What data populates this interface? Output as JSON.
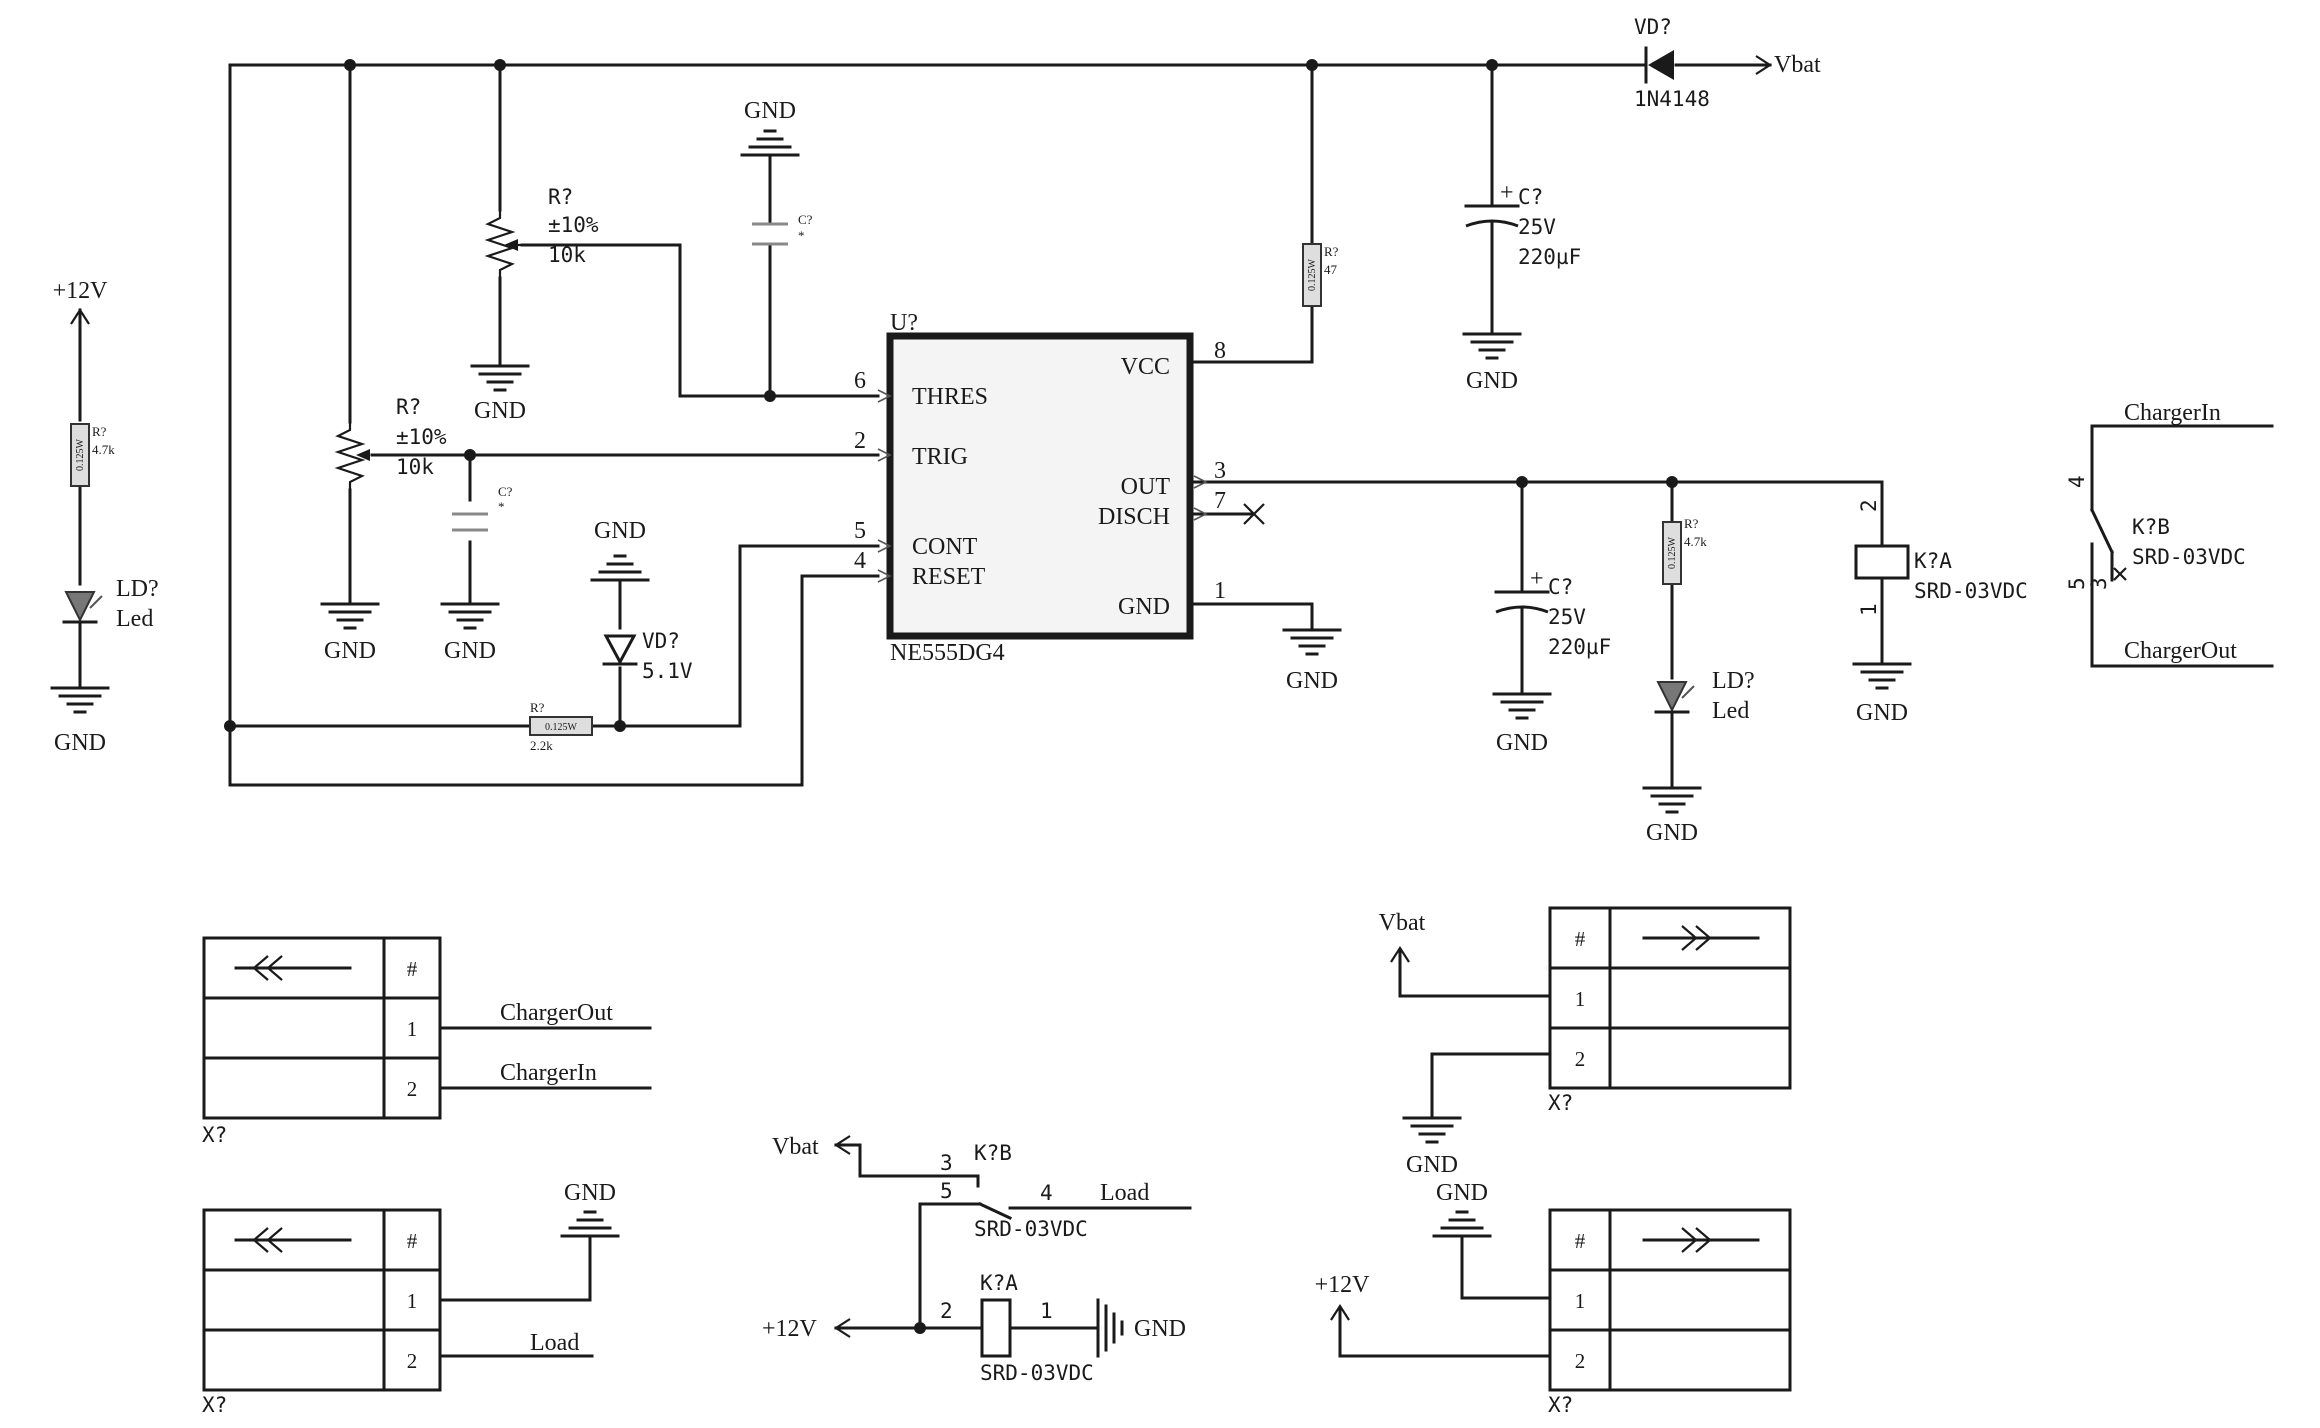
{
  "nets": {
    "vbat_top": "Vbat",
    "v12_left": "+12V",
    "charger_in_right": "ChargerIn",
    "charger_out_right": "ChargerOut",
    "vbat_x3": "Vbat",
    "vbat_k": "Vbat",
    "load_k": "Load",
    "v12_k": "+12V",
    "gnd_k": "GND",
    "v12_x4": "+12V",
    "charger_out_x1": "ChargerOut",
    "charger_in_x1": "ChargerIn",
    "load_x2": "Load"
  },
  "gnd_label": "GND",
  "components": {
    "diode_top": {
      "ref": "VD?",
      "value": "1N4148"
    },
    "cap_c220_top": {
      "ref": "C?",
      "voltage": "25V",
      "value": "220µF",
      "plus": "+"
    },
    "cap_c220_mid": {
      "ref": "C?",
      "voltage": "25V",
      "value": "220µF",
      "plus": "+"
    },
    "r47": {
      "ref": "R?",
      "value": "47",
      "power": "0.125W"
    },
    "pot_top": {
      "ref": "R?",
      "tol": "±10%",
      "value": "10k"
    },
    "pot_left": {
      "ref": "R?",
      "tol": "±10%",
      "value": "10k"
    },
    "cap_small_top": {
      "ref": "C?",
      "value": "*"
    },
    "cap_small_left": {
      "ref": "C?",
      "value": "*"
    },
    "zener": {
      "ref": "VD?",
      "value": "5.1V"
    },
    "r22": {
      "ref": "R?",
      "value": "2.2k",
      "power": "0.125W"
    },
    "r47k_left": {
      "ref": "R?",
      "value": "4.7k",
      "power": "0.125W"
    },
    "r47k_mid": {
      "ref": "R?",
      "value": "4.7k",
      "power": "0.125W"
    },
    "led_left": {
      "ref": "LD?",
      "value": "Led"
    },
    "led_mid": {
      "ref": "LD?",
      "value": "Led"
    },
    "relay_coil_main": {
      "ref": "K?A",
      "value": "SRD-03VDC",
      "pin_a": "2",
      "pin_b": "1"
    },
    "relay_contact_main": {
      "ref": "K?B",
      "value": "SRD-03VDC",
      "pin_a": "4",
      "pin_b": "5",
      "pin_c": "3"
    },
    "relay_contact_small": {
      "ref": "K?B",
      "value": "SRD-03VDC",
      "pin_a": "3",
      "pin_b": "5",
      "pin_c": "4"
    },
    "relay_coil_small": {
      "ref": "K?A",
      "value": "SRD-03VDC",
      "pin_a": "2",
      "pin_b": "1"
    }
  },
  "ic": {
    "ref": "U?",
    "part": "NE555DG4",
    "pins": {
      "thres": {
        "name": "THRES",
        "num": "6"
      },
      "trig": {
        "name": "TRIG",
        "num": "2"
      },
      "cont": {
        "name": "CONT",
        "num": "5"
      },
      "reset": {
        "name": "RESET",
        "num": "4"
      },
      "vcc": {
        "name": "VCC",
        "num": "8"
      },
      "out": {
        "name": "OUT",
        "num": "3"
      },
      "disch": {
        "name": "DISCH",
        "num": "7"
      },
      "gnd": {
        "name": "GND",
        "num": "1"
      }
    }
  },
  "connectors": {
    "hash": "#",
    "ref": "X?",
    "pin1": "1",
    "pin2": "2"
  }
}
